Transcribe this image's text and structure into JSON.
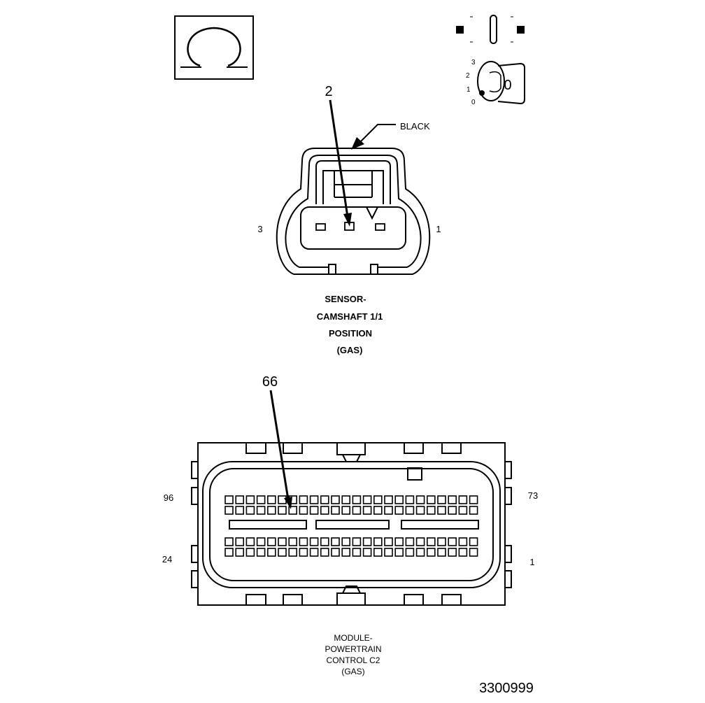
{
  "ohm_symbol": "Ω",
  "ignition": {
    "key_label": "0",
    "positions": [
      "3",
      "2",
      "1",
      "0"
    ]
  },
  "sensor_connector": {
    "callout": "2",
    "color_label": "BLACK",
    "left_pin": "3",
    "right_pin": "1",
    "title_lines": [
      "SENSOR-",
      "CAMSHAFT 1/1",
      "POSITION",
      "(GAS)"
    ]
  },
  "pcm_connector": {
    "callout": "66",
    "top_left_pin": "96",
    "top_right_pin": "73",
    "bottom_left_pin": "24",
    "bottom_right_pin": "1",
    "title_lines": [
      "MODULE-",
      "POWERTRAIN",
      "CONTROL C2",
      "(GAS)"
    ]
  },
  "figure_id": "3300999"
}
